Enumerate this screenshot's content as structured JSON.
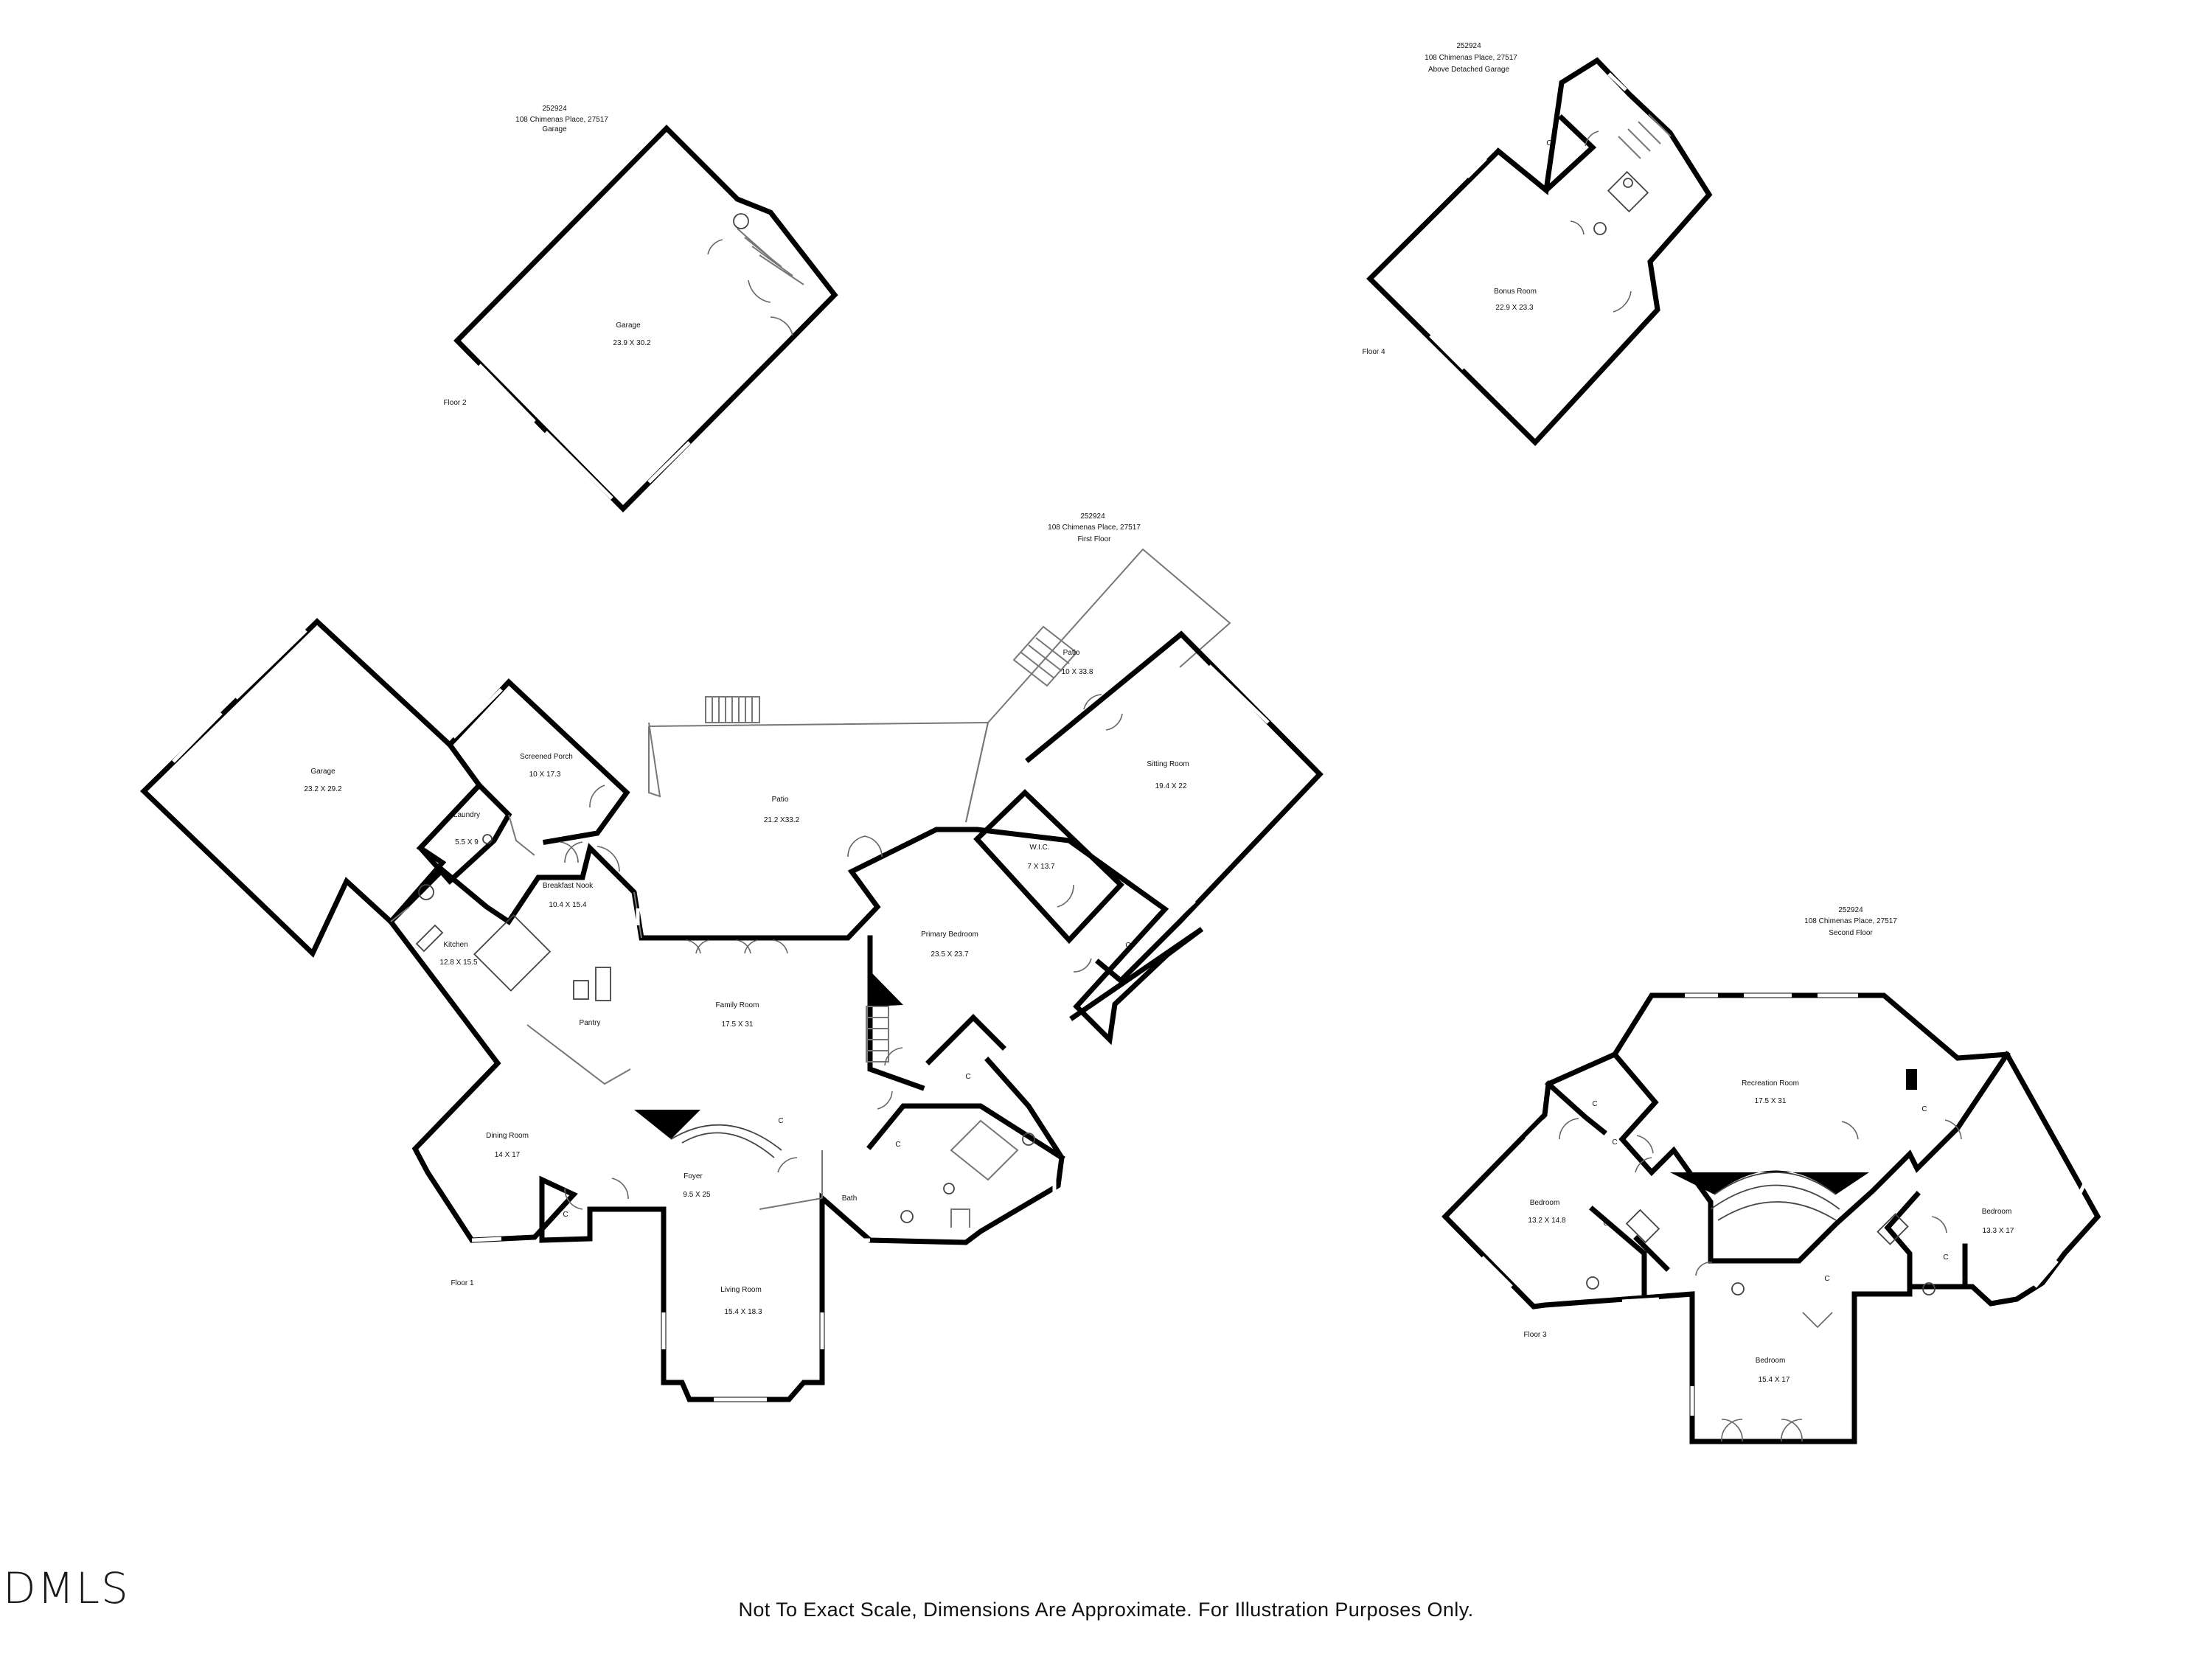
{
  "footer": {
    "note": "Not To Exact Scale, Dimensions Are Approximate. For Illustration Purposes Only."
  },
  "brand": {
    "logo_text": "DMLS"
  },
  "plans": {
    "garage_plan": {
      "header": {
        "id": "252924",
        "address": "108 Chimenas Place,  27517",
        "level": "Garage"
      },
      "floor_label": "Floor 2",
      "rooms": [
        {
          "name": "Garage",
          "size": "23.9 X 30.2"
        }
      ]
    },
    "above_garage_plan": {
      "header": {
        "id": "252924",
        "address": "108 Chimenas Place, 27517",
        "level": "Above Detached Garage"
      },
      "floor_label": "Floor 4",
      "rooms": [
        {
          "name": "Bonus Room",
          "size": "22.9 X 23.3"
        }
      ],
      "closet": "C"
    },
    "first_floor_plan": {
      "header": {
        "id": "252924",
        "address": "108 Chimenas Place, 27517",
        "level": "First Floor"
      },
      "floor_label": "Floor 1",
      "rooms": [
        {
          "name": "Garage",
          "size": "23.2 X 29.2"
        },
        {
          "name": "Screened Porch",
          "size": "10 X 17.3"
        },
        {
          "name": "Patio",
          "size": "21.2 X33.2"
        },
        {
          "name": "Patio",
          "size": "10 X 33.8"
        },
        {
          "name": "Sitting Room",
          "size": "19.4 X 22"
        },
        {
          "name": "Laundry",
          "size": "5.5 X 9"
        },
        {
          "name": "Breakfast Nook",
          "size": "10.4 X 15.4"
        },
        {
          "name": "Kitchen",
          "size": "12.8 X 15.5"
        },
        {
          "name": "W.I.C.",
          "size": "7 X 13.7"
        },
        {
          "name": "Primary Bedroom",
          "size": "23.5 X 23.7"
        },
        {
          "name": "Family Room",
          "size": "17.5 X 31"
        },
        {
          "name": "Dining Room",
          "size": "14 X 17"
        },
        {
          "name": "Foyer",
          "size": "9.5 X 25"
        },
        {
          "name": "Living Room",
          "size": "15.4 X 18.3"
        }
      ],
      "small": {
        "pantry": "Pantry",
        "bath": "Bath",
        "closet": "C"
      }
    },
    "second_floor_plan": {
      "header": {
        "id": "252924",
        "address": "108 Chimenas Place, 27517",
        "level": "Second Floor"
      },
      "floor_label": "Floor 3",
      "rooms": [
        {
          "name": "Recreation Room",
          "size": "17.5 X 31"
        },
        {
          "name": "Bedroom",
          "size": "13.2 X 14.8"
        },
        {
          "name": "Bedroom",
          "size": "13.3 X 17"
        },
        {
          "name": "Bedroom",
          "size": "15.4 X 17"
        }
      ],
      "closet": "C"
    }
  }
}
